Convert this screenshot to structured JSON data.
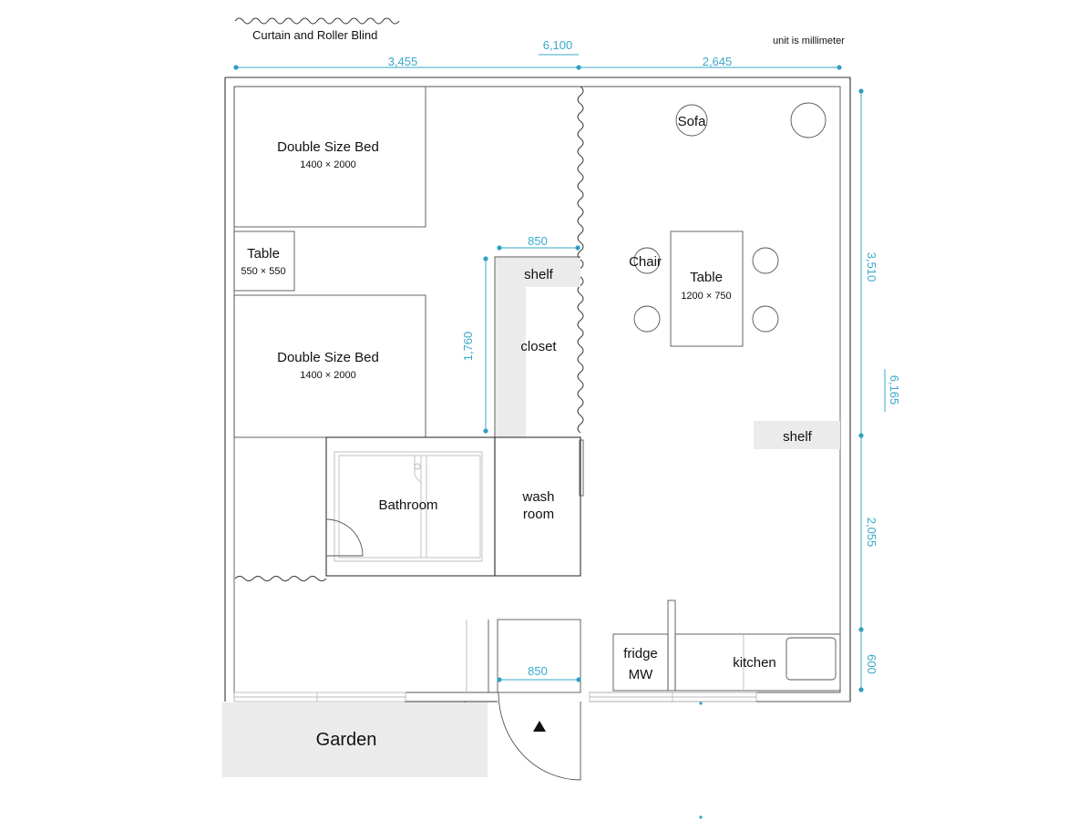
{
  "legend": {
    "curtain_label": "Curtain and Roller Blind",
    "unit_note": "unit is millimeter"
  },
  "dimensions": {
    "total_width": "6,100",
    "left_width": "3,455",
    "right_width": "2,645",
    "total_depth": "6,165",
    "upper_depth": "3,510",
    "middle_depth": "2,055",
    "lower_depth": "600",
    "closet_width": "850",
    "closet_depth": "1,760",
    "door_width": "850"
  },
  "rooms": {
    "bed1_title": "Double Size Bed",
    "bed1_size": "1400 × 2000",
    "bed2_title": "Double Size Bed",
    "bed2_size": "1400 × 2000",
    "side_table_title": "Table",
    "side_table_size": "550 × 550",
    "shelf_closet": "shelf",
    "closet": "closet",
    "bathroom": "Bathroom",
    "wash_line1": "wash",
    "wash_line2": "room",
    "sofa": "Sofa",
    "chair": "Chair",
    "dining_table_title": "Table",
    "dining_table_size": "1200 × 750",
    "shelf_right": "shelf",
    "fridge_line1": "fridge",
    "fridge_line2": "MW",
    "kitchen": "kitchen",
    "garden": "Garden"
  }
}
